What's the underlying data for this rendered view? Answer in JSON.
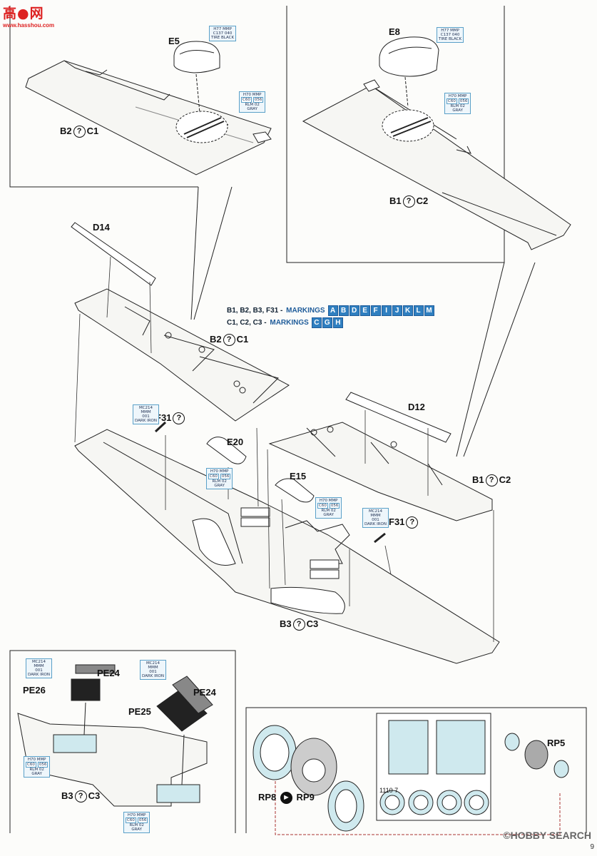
{
  "watermark_top": {
    "cn_title": "高●网",
    "domain": "www.hasshou.com"
  },
  "watermark_bottom": {
    "text": "©HOBBY SEARCH"
  },
  "page_number": "9",
  "markings": {
    "line1_parts": "B1, B2, B3, F31 -",
    "line1_word": "MARKINGS",
    "line1_letters": [
      "A",
      "B",
      "D",
      "E",
      "F",
      "I",
      "J",
      "K",
      "L",
      "M"
    ],
    "line2_parts": "C1, C2, C3 -",
    "line2_word": "MARKINGS",
    "line2_letters": [
      "C",
      "G",
      "H"
    ]
  },
  "labels": {
    "e5": "E5",
    "e8": "E8",
    "d14": "D14",
    "d12": "D12",
    "e20": "E20",
    "e15": "E15",
    "f31a": "F31",
    "f31b": "F31",
    "pe24a": "PE24",
    "pe26": "PE26",
    "pe24b": "PE24",
    "pe25": "PE25",
    "rp5": "RP5",
    "rp8": "RP8",
    "rp9": "RP9",
    "b2c1_left": {
      "a": "B2",
      "b": "C1"
    },
    "b1c2_right": {
      "a": "B1",
      "b": "C2"
    },
    "b2c1_mid": {
      "a": "B2",
      "b": "C1"
    },
    "b1c2_mid": {
      "a": "B1",
      "b": "C2"
    },
    "b3c3_main": {
      "a": "B3",
      "b": "C3"
    },
    "b3c3_inset": {
      "a": "B3",
      "b": "C3"
    },
    "sym_q": "?"
  },
  "paint_boxes": {
    "e5_tire": {
      "l1": "H77 MMP",
      "l2": "C137 040",
      "l3": "TIRE BLACK"
    },
    "e8_tire": {
      "l1": "H77 MMP",
      "l2": "C137 040",
      "l3": "TIRE BLACK"
    },
    "gray_left": {
      "l1": "H70 MMP",
      "c1": "C60",
      "c2": "056",
      "l3": "RLM 02",
      "l4": "GRAY"
    },
    "gray_right": {
      "l1": "H70 MMP",
      "c1": "C60",
      "c2": "056",
      "l3": "RLM 02",
      "l4": "GRAY"
    },
    "iron_f31a": {
      "l1": "MC214",
      "l2": "MMM",
      "l3": "001",
      "l4": "DARK IRON"
    },
    "gray_e20": {
      "l1": "H70 MMP",
      "c1": "C60",
      "c2": "056",
      "l3": "RLM 02",
      "l4": "GRAY"
    },
    "gray_e15": {
      "l1": "H70 MMP",
      "c1": "C60",
      "c2": "056",
      "l3": "RLM 02",
      "l4": "GRAY"
    },
    "iron_f31b": {
      "l1": "MC214",
      "l2": "MMM",
      "l3": "001",
      "l4": "DARK IRON"
    },
    "iron_pe26": {
      "l1": "MC214",
      "l2": "MMM",
      "l3": "001",
      "l4": "DARK IRON"
    },
    "iron_pe25": {
      "l1": "MC214",
      "l2": "MMM",
      "l3": "001",
      "l4": "DARK IRON"
    },
    "gray_inset1": {
      "l1": "H70 MMP",
      "c1": "C60",
      "c2": "056",
      "l3": "RLM 02",
      "l4": "GRAY"
    },
    "gray_inset2": {
      "l1": "H70 MMP",
      "c1": "C60",
      "c2": "056",
      "l3": "RLM 02",
      "l4": "GRAY"
    }
  },
  "mask_text": "1110 7",
  "colors": {
    "blue": "#2f7fc0",
    "mask": "#cfe9ee",
    "line": "#111111"
  }
}
